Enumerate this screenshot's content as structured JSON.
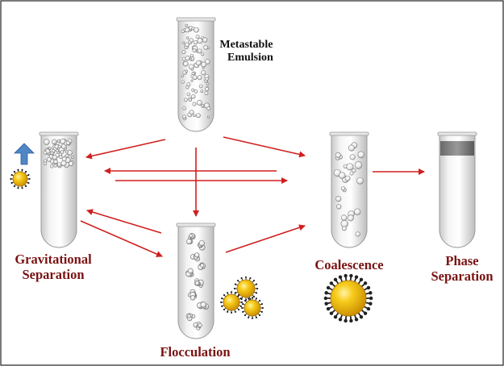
{
  "colors": {
    "arrow": "#d01f1f",
    "label_dark_red": "#7a1212",
    "label_black": "#111111",
    "droplet_gold": "#f2b400",
    "up_arrow_blue": "#4f86c6"
  },
  "labels": {
    "metastable_line1": "Metastable",
    "metastable_line2": "Emulsion",
    "gravitational_line1": "Gravitational",
    "gravitational_line2": "Separation",
    "coalescence": "Coalescence",
    "phase_line1": "Phase",
    "phase_line2": "Separation",
    "flocculation": "Flocculation"
  },
  "icons": [
    "test-tube-icon",
    "droplet-icon",
    "up-arrow-icon",
    "arrow-icon"
  ]
}
